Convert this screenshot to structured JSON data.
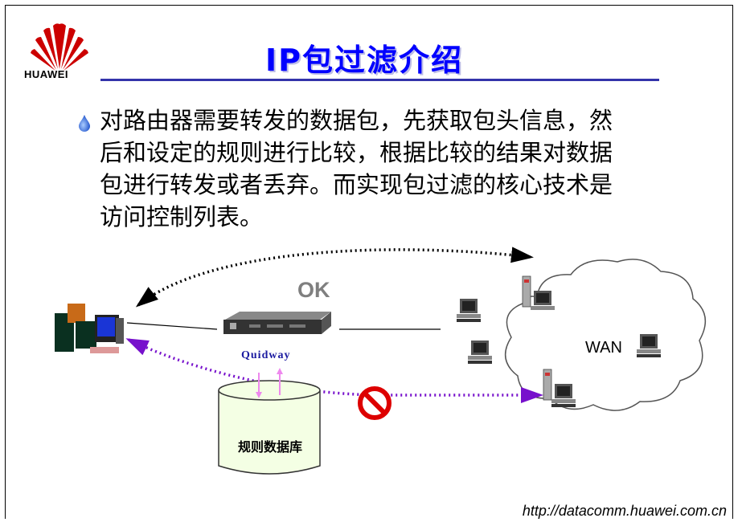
{
  "logo": {
    "text": "HUAWEI",
    "color": "#cc0000"
  },
  "title": "IP包过滤介绍",
  "bullet_lines": [
    "对路由器需要转发的数据包，先获取包头信息，然",
    "后和设定的规则进行比较，根据比较的结果对数据",
    "包进行转发或者丢弃。而实现包过滤的核心技术是",
    "访问控制列表。"
  ],
  "diagram": {
    "ok_label": "OK",
    "router_label": "Quidway",
    "database_label": "规则数据库",
    "wan_label": "WAN",
    "colors": {
      "ok_path": "#000000",
      "blocked_path": "#7711cc",
      "block_sign": "#dd0000",
      "db_arrows": "#ee88ee"
    }
  },
  "footer_url": "http://datacomm.huawei.com.cn"
}
